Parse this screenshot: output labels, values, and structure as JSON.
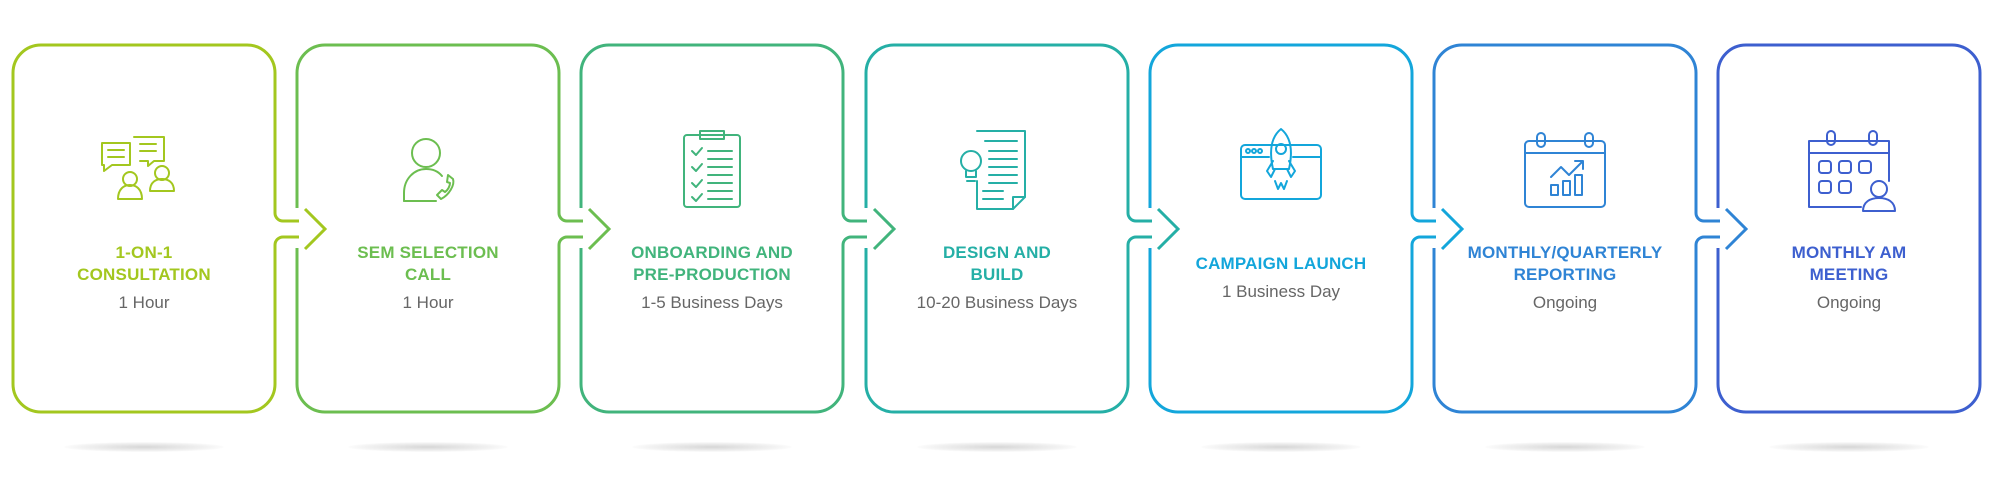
{
  "steps": [
    {
      "title": [
        "1-ON-1",
        "CONSULTATION"
      ],
      "duration": "1 Hour",
      "color": "#a3c71f",
      "icon": "consultation-chat-icon"
    },
    {
      "title": [
        "SEM SELECTION",
        "CALL"
      ],
      "duration": "1 Hour",
      "color": "#6cbe50",
      "icon": "person-phone-icon"
    },
    {
      "title": [
        "ONBOARDING AND",
        "PRE-PRODUCTION"
      ],
      "duration": "1-5 Business Days",
      "color": "#41b47c",
      "icon": "clipboard-checklist-icon"
    },
    {
      "title": [
        "DESIGN AND",
        "BUILD"
      ],
      "duration": "10-20 Business Days",
      "color": "#25afa6",
      "icon": "document-lightbulb-icon"
    },
    {
      "title": [
        "CAMPAIGN LAUNCH"
      ],
      "duration": "1 Business Day",
      "color": "#13a6db",
      "icon": "rocket-browser-icon"
    },
    {
      "title": [
        "MONTHLY/QUARTERLY",
        "REPORTING"
      ],
      "duration": "Ongoing",
      "color": "#2f84d5",
      "icon": "calendar-chart-icon"
    },
    {
      "title": [
        "MONTHLY AM",
        "MEETING"
      ],
      "duration": "Ongoing",
      "color": "#3d5fcf",
      "icon": "calendar-person-icon"
    }
  ]
}
